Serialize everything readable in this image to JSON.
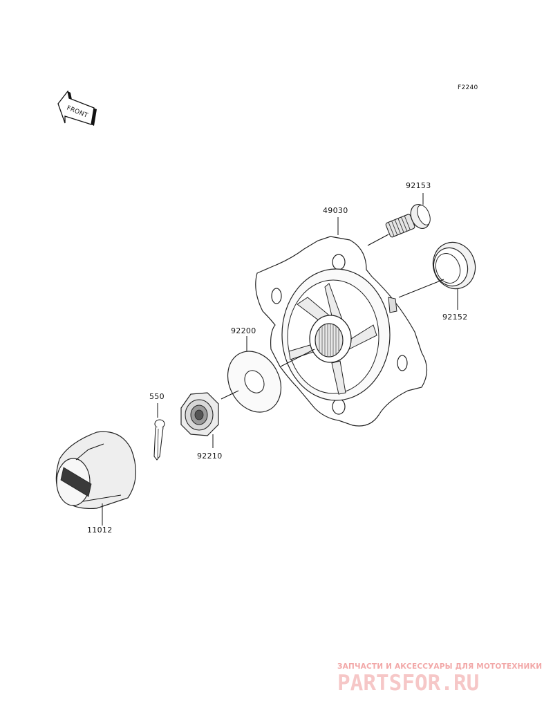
{
  "figure_code": "F2240",
  "front_label": "FRONT",
  "parts": [
    {
      "id": "92153",
      "label": "92153"
    },
    {
      "id": "49030",
      "label": "49030"
    },
    {
      "id": "92152",
      "label": "92152"
    },
    {
      "id": "92200",
      "label": "92200"
    },
    {
      "id": "550",
      "label": "550"
    },
    {
      "id": "92210",
      "label": "92210"
    },
    {
      "id": "11012",
      "label": "11012"
    }
  ],
  "watermark": {
    "tagline": "ЗАПЧАСТИ И АКСЕССУАРЫ ДЛЯ МОТОТЕХНИКИ",
    "logo": "PARTSFOR.RU"
  },
  "colors": {
    "line": "#111111",
    "watermark": "#f2a8a8"
  }
}
